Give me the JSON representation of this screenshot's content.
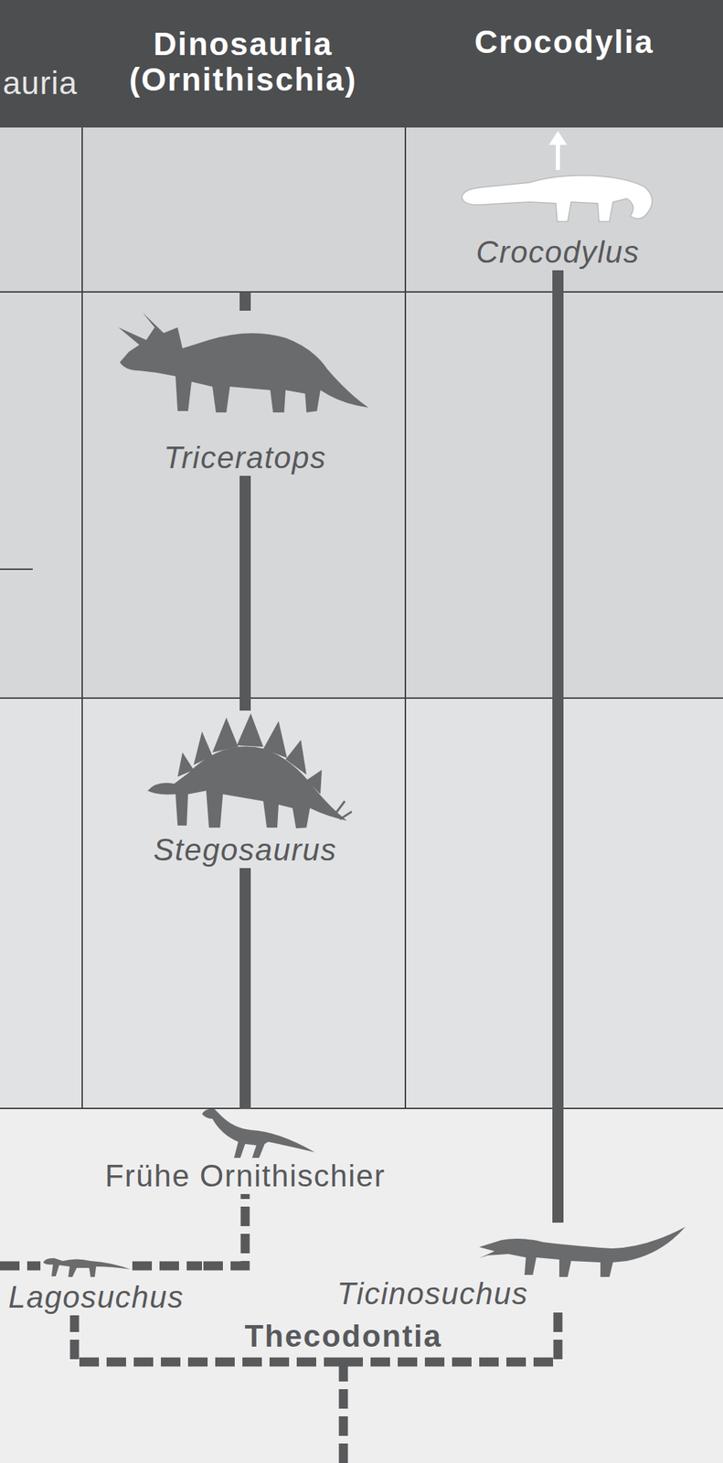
{
  "diagram": {
    "nodes": [
      {
        "text": [
          "auria"
        ]
      },
      {
        "text": [
          "Dinosauria (Ornithischia)"
        ]
      },
      {
        "text": [
          "Crocodylia"
        ]
      },
      {
        "text": [
          "Crocodylus"
        ]
      },
      {
        "text": [
          "Triceratops"
        ]
      },
      {
        "text": [
          "Stegosaurus"
        ]
      },
      {
        "text": [
          "Frühe Ornithischier"
        ]
      },
      {
        "text": [
          "Lagosuchus"
        ]
      },
      {
        "text": [
          "Ticinosuchus"
        ]
      },
      {
        "text": [
          "Thecodontia"
        ]
      }
    ],
    "edges": [
      {
        "from": 5,
        "to": 4,
        "arrow": "none"
      },
      {
        "from": 6,
        "to": 5,
        "arrow": "none"
      },
      {
        "from": 7,
        "to": 6,
        "arrow": "none"
      },
      {
        "from": 9,
        "to": 7,
        "arrow": "none"
      },
      {
        "from": 9,
        "to": 8,
        "arrow": "none"
      },
      {
        "from": 8,
        "to": 3,
        "arrow": "none"
      }
    ]
  }
}
